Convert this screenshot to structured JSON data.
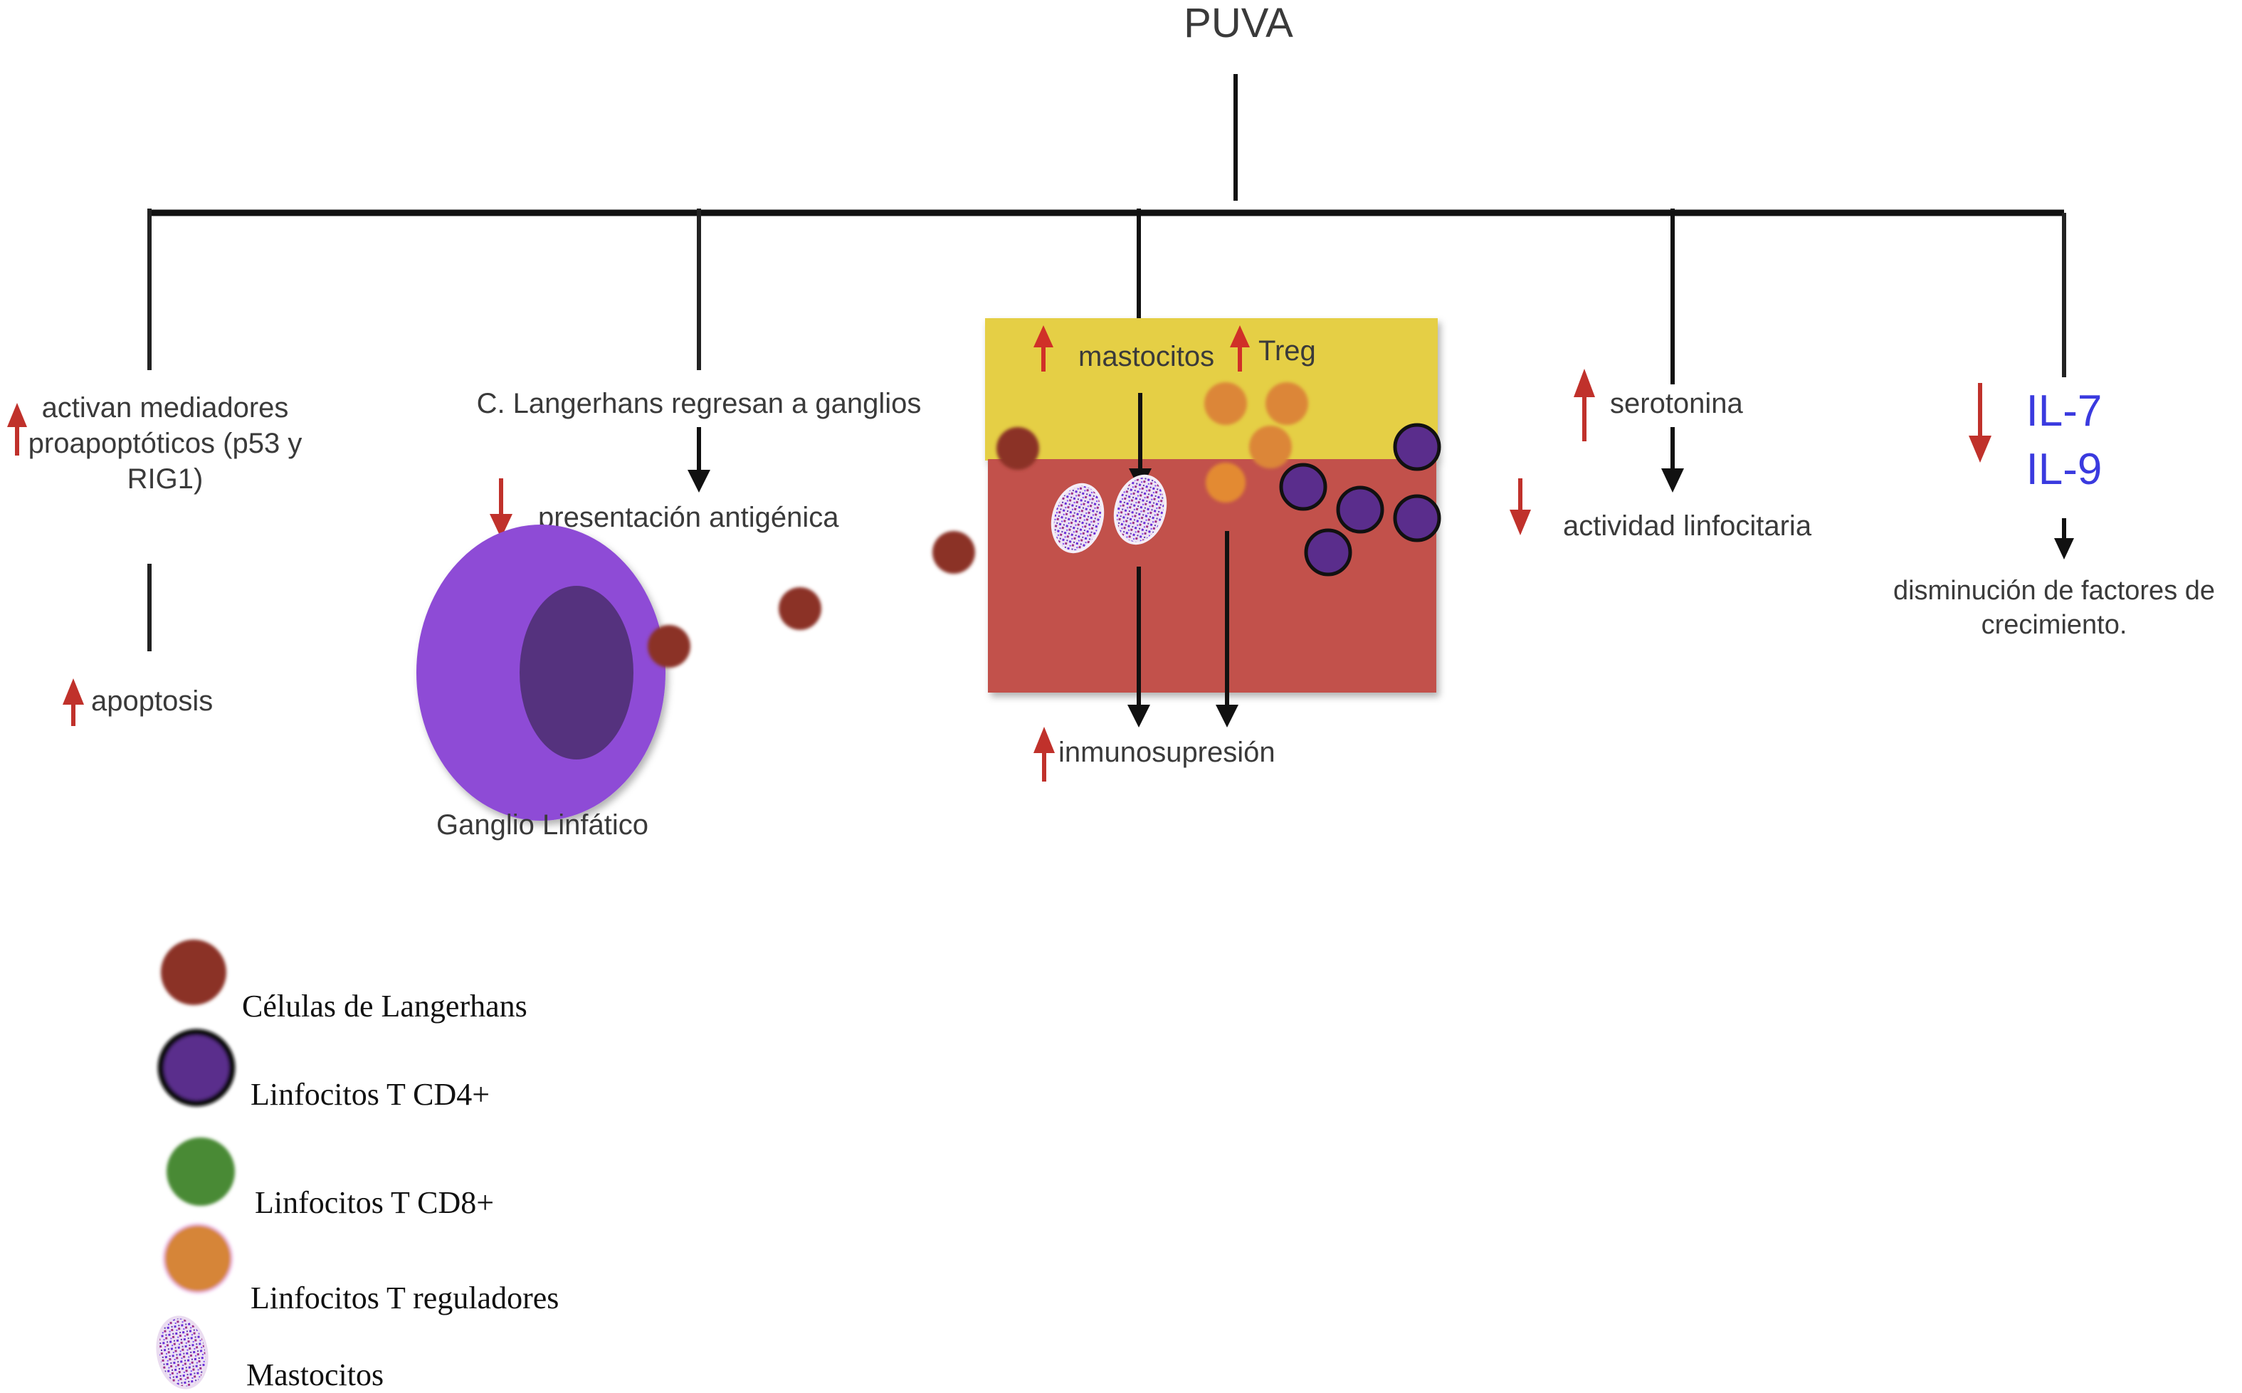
{
  "title": "PUVA",
  "colors": {
    "line": "#111111",
    "up_arrow": "#c0312b",
    "down_arrow": "#c0312b",
    "epidermis": "#e5cf45",
    "dermis": "#c2514b",
    "langerhans": "#8b3226",
    "cd4": "#5a2d8c",
    "cd8": "#4a8a35",
    "treg": "#dc8638",
    "lymph_node": "#8e4bd6",
    "lymph_node_core": "#55327e",
    "il_text": "#3a3adf"
  },
  "branches": {
    "apoptosis": {
      "effect_label": "activan mediadores proapoptóticos (p53 y RIG1)",
      "effect_lines": [
        "activan mediadores",
        "proapoptóticos (p53 y",
        "RIG1)"
      ],
      "effect_direction": "up",
      "result_label": "apoptosis",
      "result_direction": "up"
    },
    "langerhans": {
      "effect_label": "C. Langerhans regresan a ganglios",
      "result_label": "presentación antigénica",
      "result_direction": "down",
      "node_label": "Ganglio Linfático"
    },
    "skin": {
      "mast_label": "mastocitos",
      "mast_direction": "up",
      "treg_label": "Treg",
      "treg_direction": "up",
      "result_label": "inmunosupresión",
      "result_direction": "up"
    },
    "serotonin": {
      "effect_label": "serotonina",
      "effect_direction": "up",
      "result_label": "actividad linfocitaria",
      "result_direction": "down"
    },
    "interleukins": {
      "labels": [
        "IL-7",
        "IL-9"
      ],
      "direction": "down",
      "result_lines": [
        "disminución de factores de",
        "crecimiento."
      ]
    }
  },
  "legend": [
    {
      "key": "langerhans",
      "label": "Células de Langerhans"
    },
    {
      "key": "cd4",
      "label": "Linfocitos T CD4+"
    },
    {
      "key": "cd8",
      "label": "Linfocitos T CD8+"
    },
    {
      "key": "treg",
      "label": "Linfocitos T reguladores"
    },
    {
      "key": "mast",
      "label": "Mastocitos"
    }
  ]
}
